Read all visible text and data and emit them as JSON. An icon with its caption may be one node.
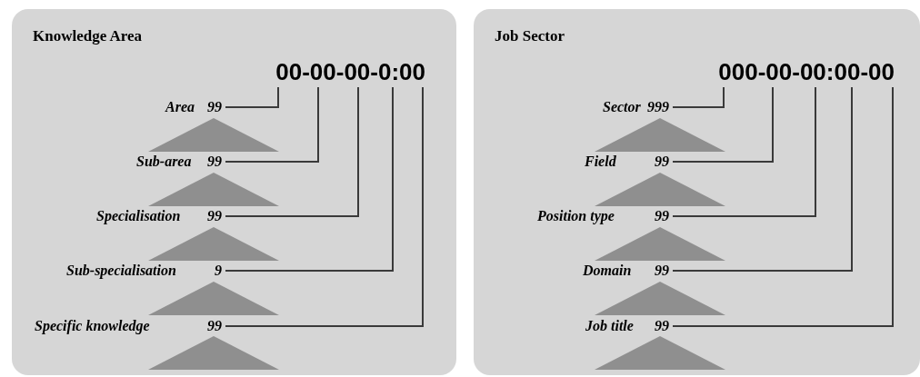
{
  "diagram": {
    "nodes": [
      {
        "text": [
          "Knowledge Area"
        ]
      },
      {
        "text": [
          "00-00-00-0:00"
        ],
        "in": 0
      },
      {
        "text": [
          "Area",
          "99"
        ],
        "in": 0
      },
      {
        "text": [
          "Sub-area",
          "99"
        ],
        "in": 0
      },
      {
        "text": [
          "Specialisation",
          "99"
        ],
        "in": 0
      },
      {
        "text": [
          "Sub-specialisation",
          "9"
        ],
        "in": 0
      },
      {
        "text": [
          "Specific knowledge",
          "99"
        ],
        "in": 0
      },
      {
        "text": [
          "Job Sector"
        ]
      },
      {
        "text": [
          "000-00-00:00-00"
        ],
        "in": 7
      },
      {
        "text": [
          "Sector",
          "999"
        ],
        "in": 7
      },
      {
        "text": [
          "Field",
          "99"
        ],
        "in": 7
      },
      {
        "text": [
          "Position type",
          "99"
        ],
        "in": 7
      },
      {
        "text": [
          "Domain",
          "99"
        ],
        "in": 7
      },
      {
        "text": [
          "Job title",
          "99"
        ],
        "in": 7
      }
    ],
    "edges": [
      {
        "from": 2,
        "to": 1,
        "arrow": "none"
      },
      {
        "from": 3,
        "to": 1,
        "arrow": "none"
      },
      {
        "from": 4,
        "to": 1,
        "arrow": "none"
      },
      {
        "from": 5,
        "to": 1,
        "arrow": "none"
      },
      {
        "from": 6,
        "to": 1,
        "arrow": "none"
      },
      {
        "from": 9,
        "to": 8,
        "arrow": "none"
      },
      {
        "from": 10,
        "to": 8,
        "arrow": "none"
      },
      {
        "from": 11,
        "to": 8,
        "arrow": "none"
      },
      {
        "from": 12,
        "to": 8,
        "arrow": "none"
      },
      {
        "from": 13,
        "to": 8,
        "arrow": "none"
      }
    ]
  }
}
